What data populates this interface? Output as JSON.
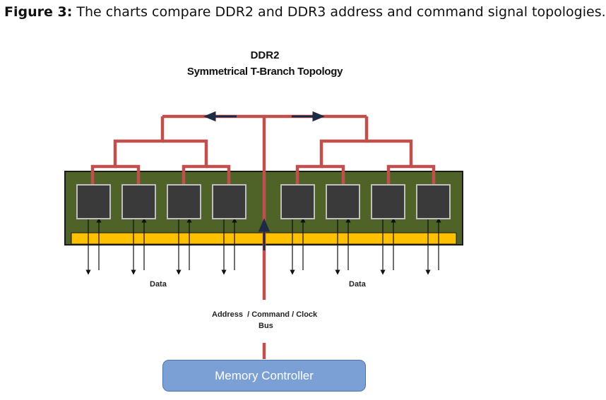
{
  "caption": {
    "prefix": "Figure 3:",
    "text": " The charts compare DDR2 and DDR3 address and command signal topologies."
  },
  "diagram": {
    "title": "DDR2",
    "subtitle": "Symmetrical T-Branch Topology",
    "data_label_left": "Data",
    "data_label_right": "Data",
    "bus_label_line1": "Address  / Command / Clock",
    "bus_label_line2": "Bus",
    "controller_label": "Memory Controller",
    "chip_count": 8
  },
  "colors": {
    "trace": "#c0504d",
    "board": "#4f6228",
    "board_border": "#1a1a1a",
    "chip": "#3a3a3a",
    "chip_border": "#bfbfbf",
    "edge_connector": "#ffc000",
    "controller": "#7aa0d6",
    "arrow": "#1f2a44"
  }
}
